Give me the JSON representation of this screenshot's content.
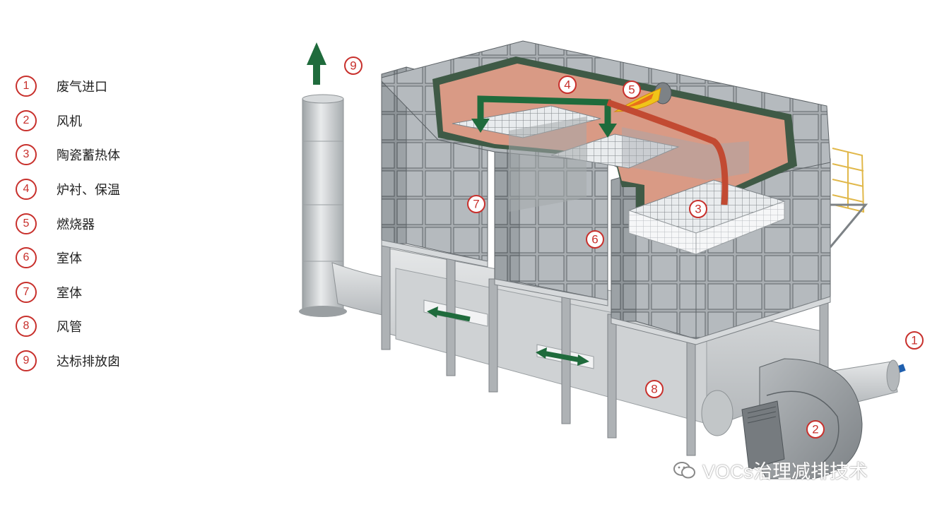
{
  "legend": [
    {
      "num": "1",
      "label": "废气进口"
    },
    {
      "num": "2",
      "label": "风机"
    },
    {
      "num": "3",
      "label": "陶瓷蓄热体"
    },
    {
      "num": "4",
      "label": "炉衬、保温"
    },
    {
      "num": "5",
      "label": "燃烧器"
    },
    {
      "num": "6",
      "label": "室体"
    },
    {
      "num": "7",
      "label": "室体"
    },
    {
      "num": "8",
      "label": "风管"
    },
    {
      "num": "9",
      "label": "达标排放囱"
    }
  ],
  "callouts": {
    "c1": "1",
    "c2": "2",
    "c3": "3",
    "c4": "4",
    "c5": "5",
    "c6": "6",
    "c7": "7",
    "c8": "8",
    "c9": "9"
  },
  "watermark": {
    "icon": "wechat-icon",
    "text": "VOCs治理减排技术"
  },
  "colors": {
    "callout": "#c8302c",
    "flow_green": "#1f6b3c",
    "inlet_blue": "#1f5fae",
    "hot_flow": "#c24a32",
    "lining": "#d99a85",
    "casing": "#9aa0a5"
  }
}
